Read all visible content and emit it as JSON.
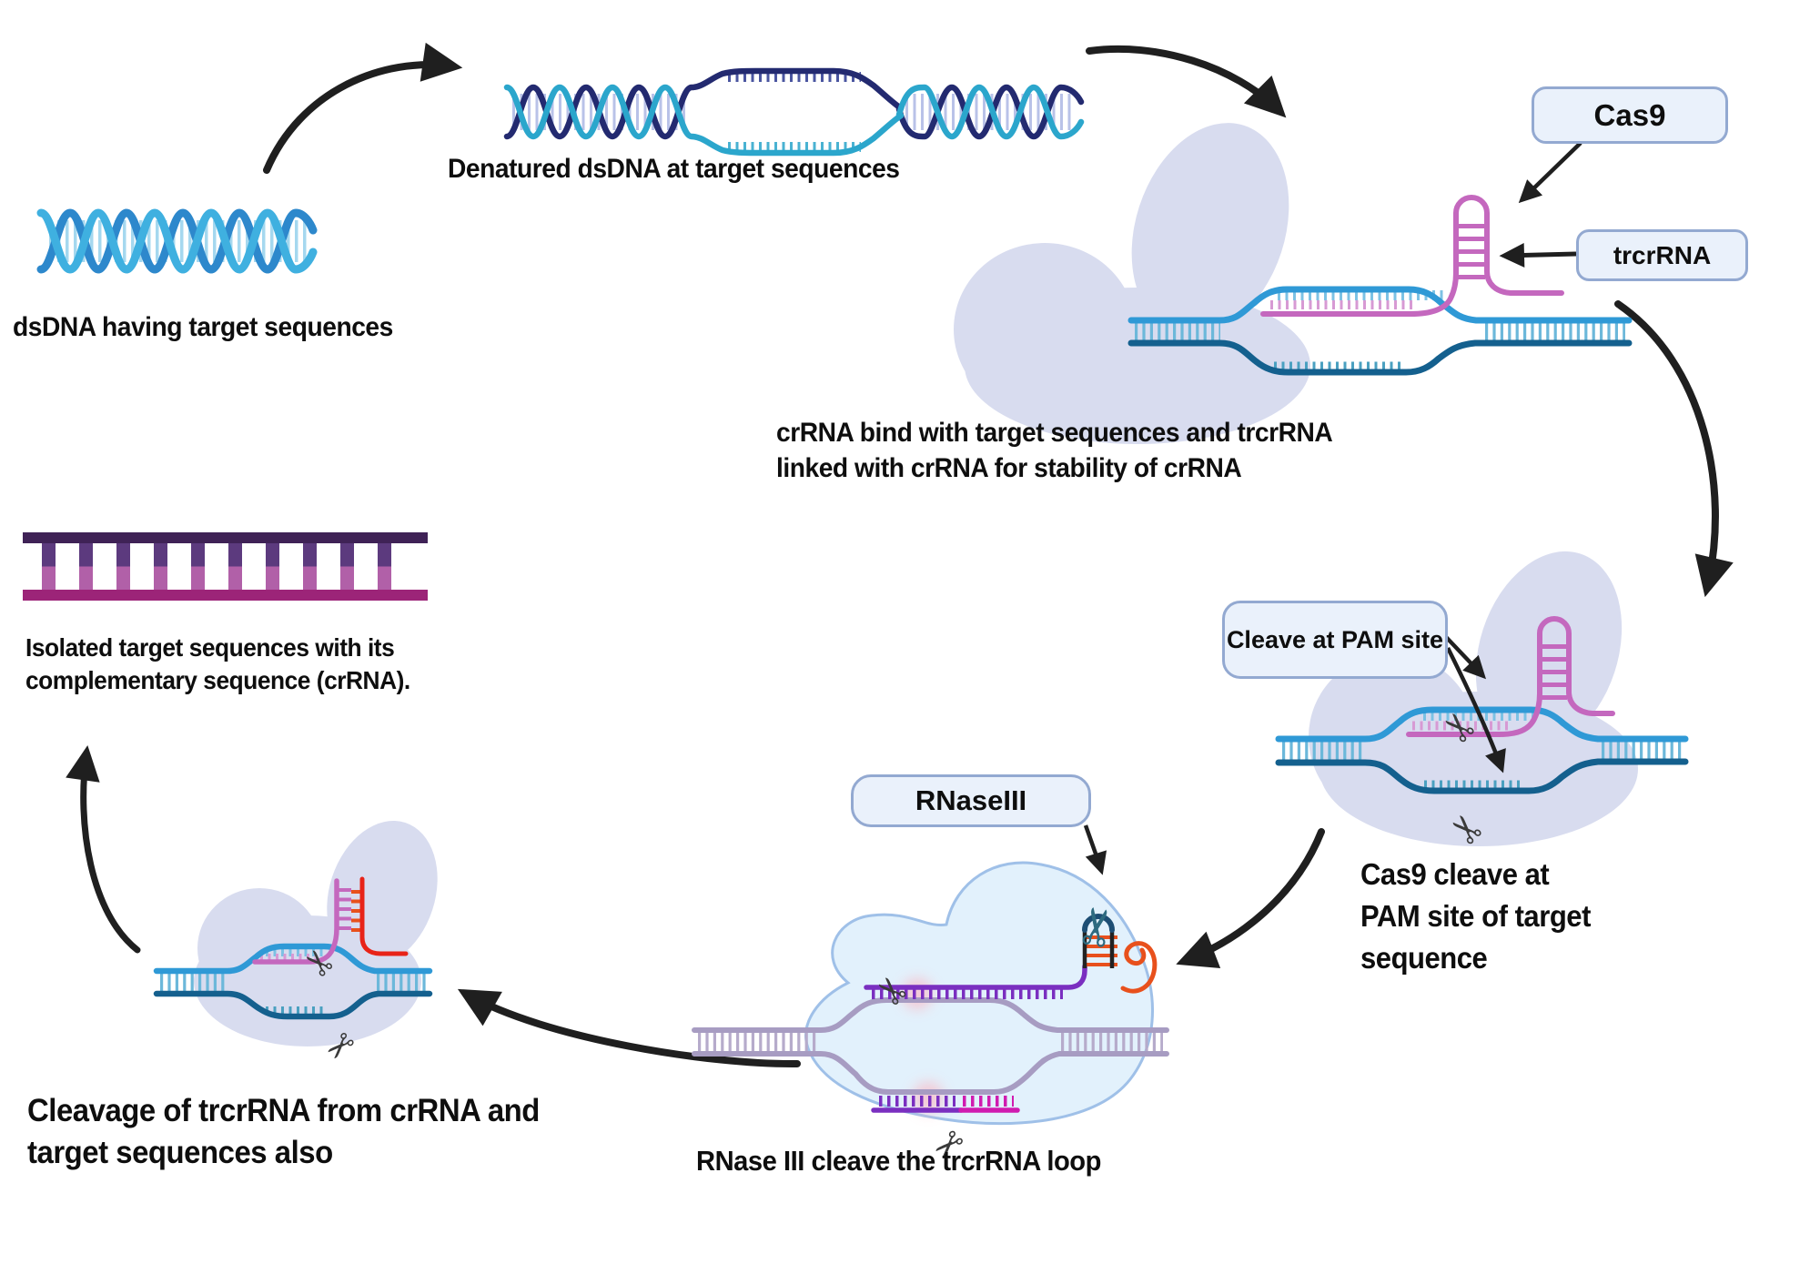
{
  "diagram": {
    "title": "CRISPR Cas9 crRNA processing cycle",
    "captions": {
      "dsdna": "dsDNA having target sequences",
      "denatured": "Denatured dsDNA at target sequences",
      "crrna_bind": "crRNA bind with target sequences and trcrRNA\nlinked with crRNA for stability of crRNA",
      "isolated": "Isolated target sequences with its\ncomplementary sequence (crRNA).",
      "cas9_cleave": "Cas9 cleave at\nPAM site of target\nsequence",
      "rnase_cleave": "RNase III cleave the trcrRNA loop",
      "cleavage": "Cleavage of trcrRNA from crRNA and\ntarget sequences also"
    },
    "labels": {
      "cas9": "Cas9",
      "trcrrna": "trcrRNA",
      "cleave_pam": "Cleave at PAM site",
      "rnaseiii": "RNaseIII"
    },
    "icons": {
      "scissors": "✂"
    },
    "colors": {
      "dna_light_blue": "#2f99d6",
      "dna_dark_blue": "#14608e",
      "dna_navy": "#232a70",
      "dna_cyan": "#2ba6cc",
      "crrna_pink": "#c468be",
      "trcrrna_red": "#e82318",
      "rna_violet": "#7a2fc0",
      "rna_magenta": "#d01bb0",
      "loop_orange": "#e8501c",
      "cas9_blob_lavender": "#d8dcef",
      "rnase_blob_blue": "#e2f1fc",
      "gray_dna": "#a79cc2",
      "label_box_fill": "#eaf1fb",
      "label_box_border": "#93a9d1",
      "arrow_black": "#1f1f1f",
      "ladder_dark_purple": "#3f2256",
      "ladder_magenta": "#9c2478"
    }
  }
}
